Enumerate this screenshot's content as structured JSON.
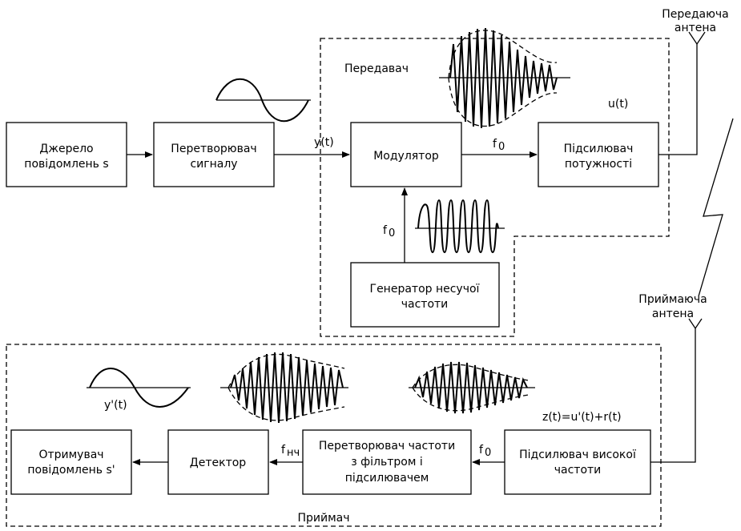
{
  "transmitter": {
    "label": "Передавач",
    "antenna_label": [
      "Передаюча",
      "антена"
    ],
    "output_signal": "u(t)",
    "blocks": {
      "source": [
        "Джерело",
        "повідомлень s"
      ],
      "converter": [
        "Перетворювач",
        "сигналу"
      ],
      "modulator": [
        "Модулятор"
      ],
      "amplifier": [
        "Підсилювач",
        "потужності"
      ],
      "generator": [
        "Генератор несучої",
        "частоти"
      ]
    },
    "signals": {
      "converter_out": "y(t)",
      "carrier_freq": "f",
      "carrier_sub": "0"
    }
  },
  "receiver": {
    "label": "Приймач",
    "antenna_label": [
      "Приймаюча",
      "антена"
    ],
    "input_signal": "z(t)=u'(t)+r(t)",
    "blocks": {
      "hf_amp": [
        "Підсилювач високої",
        "частоти"
      ],
      "freq_conv": [
        "Перетворювач частоти",
        "з фільтром і",
        "підсилювачем"
      ],
      "detector": [
        "Детектор"
      ],
      "sink": [
        "Отримувач",
        "повідомлень s'"
      ]
    },
    "signals": {
      "hf_freq": "f",
      "hf_sub": "0",
      "lf_freq": "f",
      "lf_sub": "нч",
      "demod_out": "y'(t)"
    }
  }
}
